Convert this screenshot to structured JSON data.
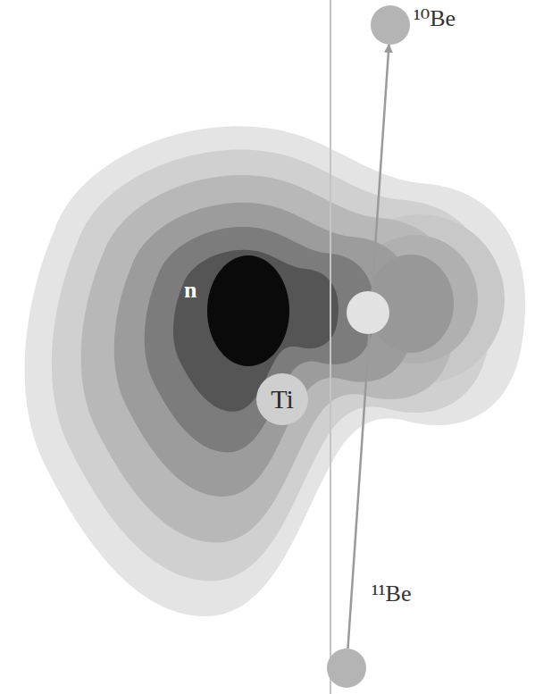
{
  "diagram": {
    "nodes": [
      {
        "text": [
          "¹⁰Be"
        ]
      },
      {
        "text": [
          "Ti"
        ]
      },
      {
        "text": [
          "¹¹Be"
        ]
      }
    ],
    "edges": [
      {
        "from": 2,
        "to": 0,
        "arrow": "to"
      }
    ],
    "labels": [
      "n"
    ]
  }
}
